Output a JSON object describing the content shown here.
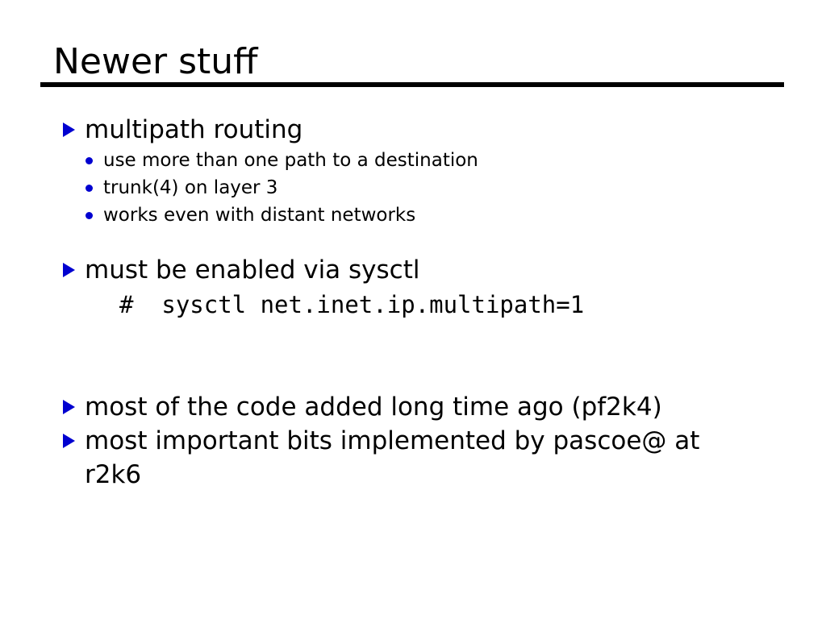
{
  "slide": {
    "title": "Newer stuff",
    "accent_color": "#0000d0",
    "text_color": "#000000",
    "background_color": "#ffffff",
    "rule_color": "#000000",
    "markers": {
      "level1": "triangle-right-bullet",
      "level2": "round-dot-bullet"
    },
    "blocks": [
      {
        "type": "bullet-l1",
        "text": "multipath routing"
      },
      {
        "type": "bullet-l2",
        "text": "use more than one path to a destination"
      },
      {
        "type": "bullet-l2",
        "text": "trunk(4) on layer 3"
      },
      {
        "type": "bullet-l2",
        "text": "works even with distant networks"
      },
      {
        "type": "bullet-l1",
        "text": "must be enabled via sysctl"
      },
      {
        "type": "code",
        "text": "#  sysctl net.inet.ip.multipath=1"
      },
      {
        "type": "bullet-l1",
        "text": "most of the code added long time ago (pf2k4)"
      },
      {
        "type": "bullet-l1",
        "text": "most important bits implemented by pascoe@ at r2k6"
      }
    ]
  }
}
